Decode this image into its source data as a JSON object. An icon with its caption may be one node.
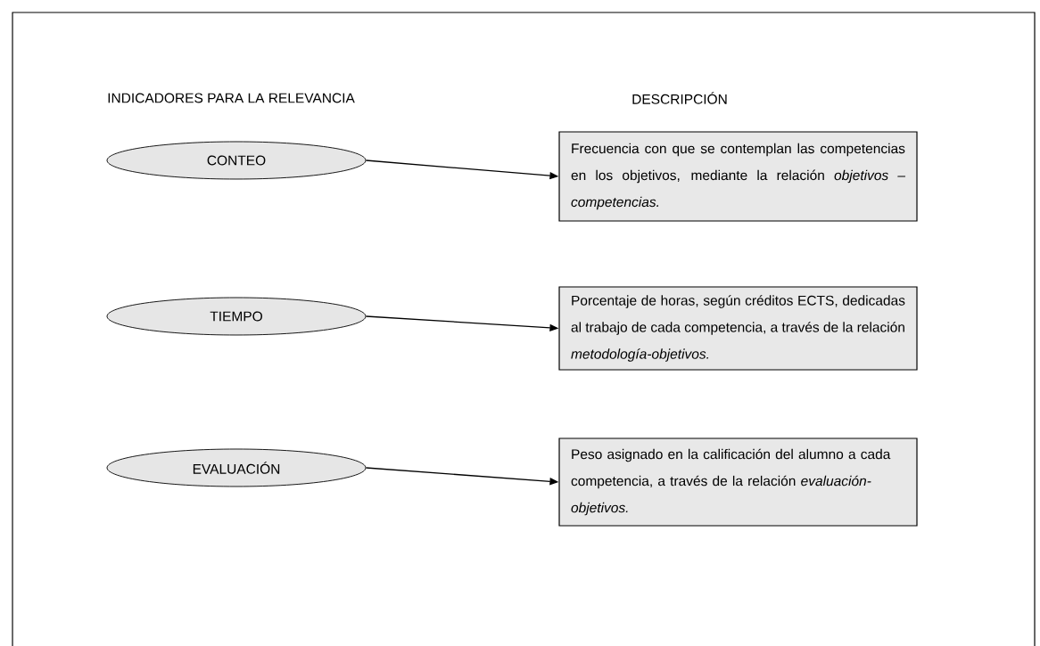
{
  "diagram": {
    "nodes": [
      {
        "text": [
          "CONTEO"
        ]
      },
      {
        "text": [
          "Frecuencia con que se contemplan las competencias en los objetivos, mediante la relación *objetivos –competencias.*"
        ]
      },
      {
        "text": [
          "TIEMPO"
        ]
      },
      {
        "text": [
          "Porcentaje de horas, según créditos ECTS, dedicadas al trabajo de cada competencia, a través de la relación *metodología-objetivos.*"
        ]
      },
      {
        "text": [
          "EVALUACIÓN"
        ]
      },
      {
        "text": [
          "Peso asignado en la calificación del alumno a cada competencia, a través de la relación *evaluación-objetivos.*"
        ]
      }
    ],
    "edges": [
      {
        "from": 0,
        "to": 1,
        "arrow": "to"
      },
      {
        "from": 2,
        "to": 3,
        "arrow": "to"
      },
      {
        "from": 4,
        "to": 5,
        "arrow": "to"
      }
    ],
    "labels": [
      "INDICADORES PARA LA RELEVANCIA",
      "DESCRIPCIÓN"
    ]
  }
}
